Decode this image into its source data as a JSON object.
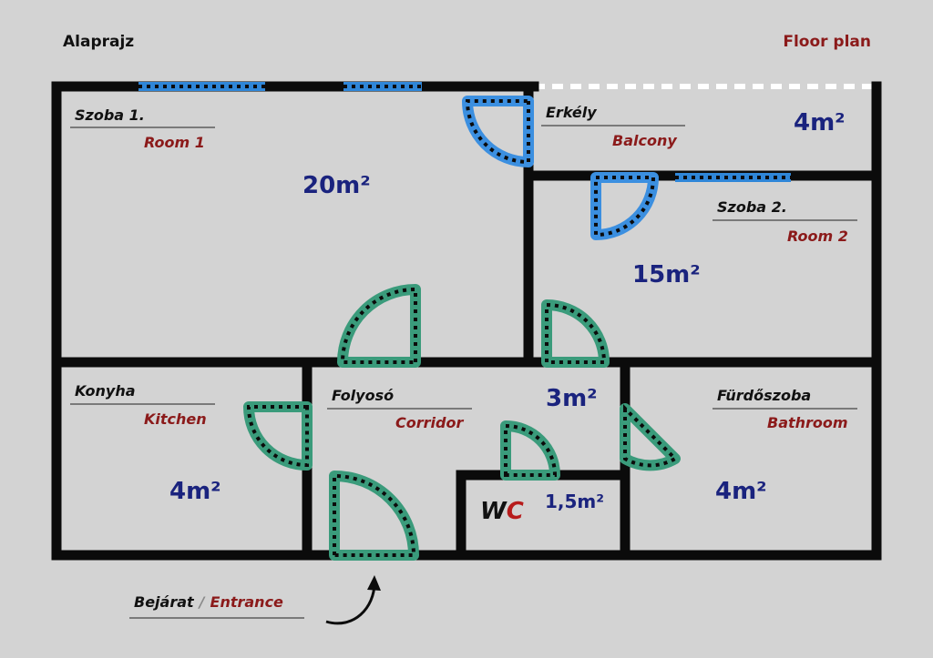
{
  "title_hu": "Alaprajz",
  "title_en": "Floor plan",
  "colors": {
    "wall": "#0b0b0b",
    "inner_door": "#3a9b7b",
    "outer_door_window": "#3b8fe0",
    "area_text": "#1a237e",
    "english_text": "#8b1a1a"
  },
  "rooms": {
    "szoba1": {
      "hu": "Szoba 1.",
      "en": "Room 1",
      "area": "20m²"
    },
    "erkely": {
      "hu": "Erkély",
      "en": "Balcony",
      "area": "4m²"
    },
    "szoba2": {
      "hu": "Szoba 2.",
      "en": "Room 2",
      "area": "15m²"
    },
    "konyha": {
      "hu": "Konyha",
      "en": "Kitchen",
      "area": "4m²"
    },
    "folyoso": {
      "hu": "Folyosó",
      "en": "Corridor",
      "area": "3m²"
    },
    "wc": {
      "w": "W",
      "c": "C",
      "area": "1,5m²"
    },
    "furdo": {
      "hu": "Fürdőszoba",
      "en": "Bathroom",
      "area": "4m²"
    }
  },
  "entrance": {
    "hu": "Bejárat",
    "separator": "/",
    "en": "Entrance"
  }
}
